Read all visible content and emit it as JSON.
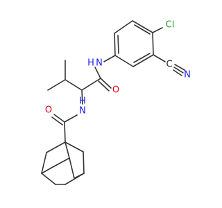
{
  "molecule": {
    "atoms": {
      "nh_top": "N",
      "h_top": "H",
      "cl": "Cl",
      "c_nitrile": "C",
      "n_nitrile": "N",
      "o_top": "O",
      "nh_bottom": "N",
      "h_bottom": "H",
      "o_bottom": "O"
    },
    "colors": {
      "carbon_bond": "#333333",
      "nitrogen": "#1c1cf0",
      "oxygen": "#e8001c",
      "chlorine": "#1f9f1f",
      "carbon_label": "#222222"
    }
  }
}
